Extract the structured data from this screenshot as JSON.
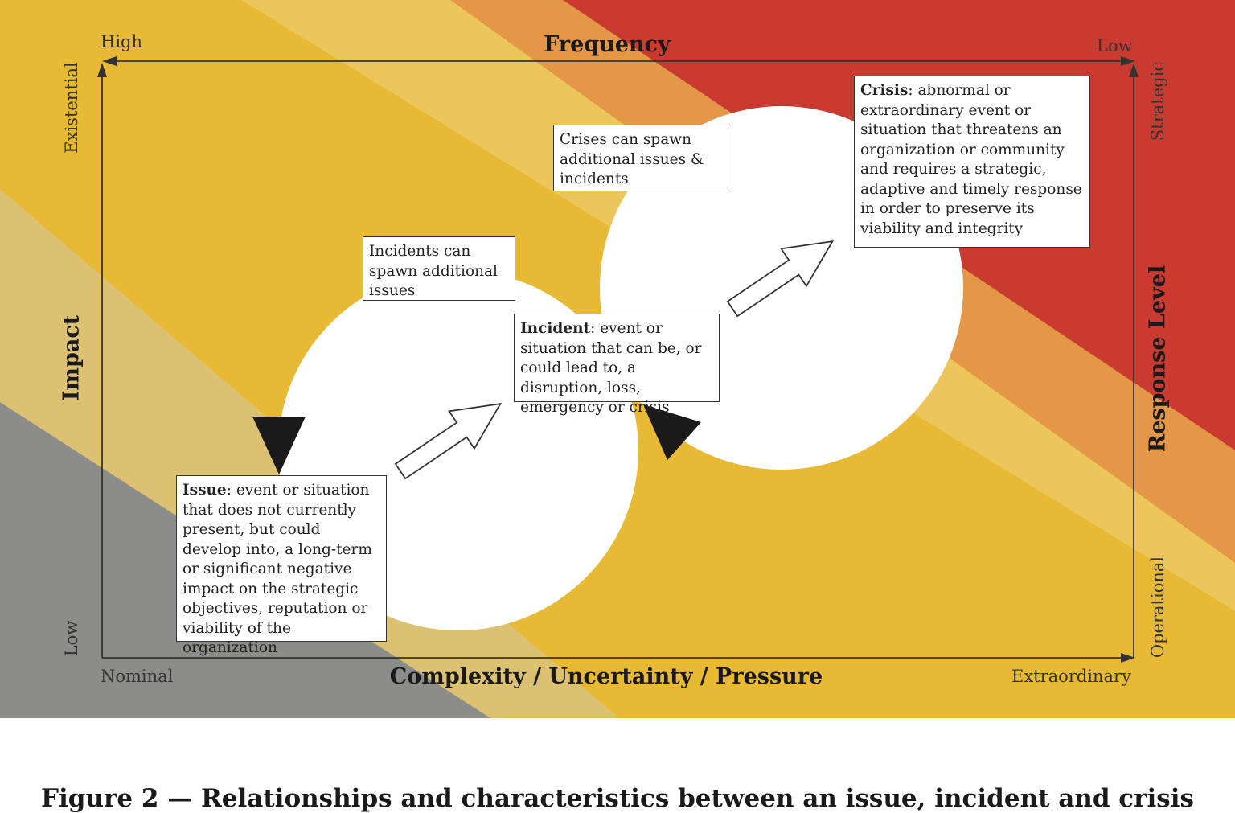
{
  "axes": {
    "top": {
      "title": "Frequency",
      "left_label": "High",
      "right_label": "Low"
    },
    "bottom": {
      "title": "Complexity / Uncertainty / Pressure",
      "left_label": "Nominal",
      "right_label": "Extraordinary"
    },
    "left": {
      "title": "Impact",
      "top_label": "Existential",
      "bottom_label": "Low"
    },
    "right": {
      "title": "Response Level",
      "top_label": "Strategic",
      "bottom_label": "Operational"
    }
  },
  "boxes": {
    "issue": {
      "term": "Issue",
      "text": ": event or situation that does not currently present, but could develop into, a long-term or significant negative impact on the strategic objectives, reputation or viability of the organization"
    },
    "incident": {
      "term": "Incident",
      "text": ": event or situation that can be, or could lead to, a disruption, loss, emergency or crisis"
    },
    "crisis": {
      "term": "Crisis",
      "text": ": abnormal or extraordinary event or situation that threatens an organization or community and requires a strategic, adaptive and timely response in order to preserve its viability and integrity"
    },
    "incidents_spawn": {
      "text": "Incidents can spawn additional issues"
    },
    "crises_spawn": {
      "text": "Crises can spawn additional issues & incidents"
    }
  },
  "caption": "Figure 2 — Relationships and characteristics between an issue, incident and crisis",
  "colors": {
    "gray": "#8c8c8b",
    "yellow": "#e8b935",
    "red": "#c93a30",
    "arrow_fill": "#1a1a1a",
    "axis": "#333333"
  },
  "icons": [
    "arrow-up-right-icon",
    "triangle-down-icon",
    "triangle-pointer-icon"
  ]
}
